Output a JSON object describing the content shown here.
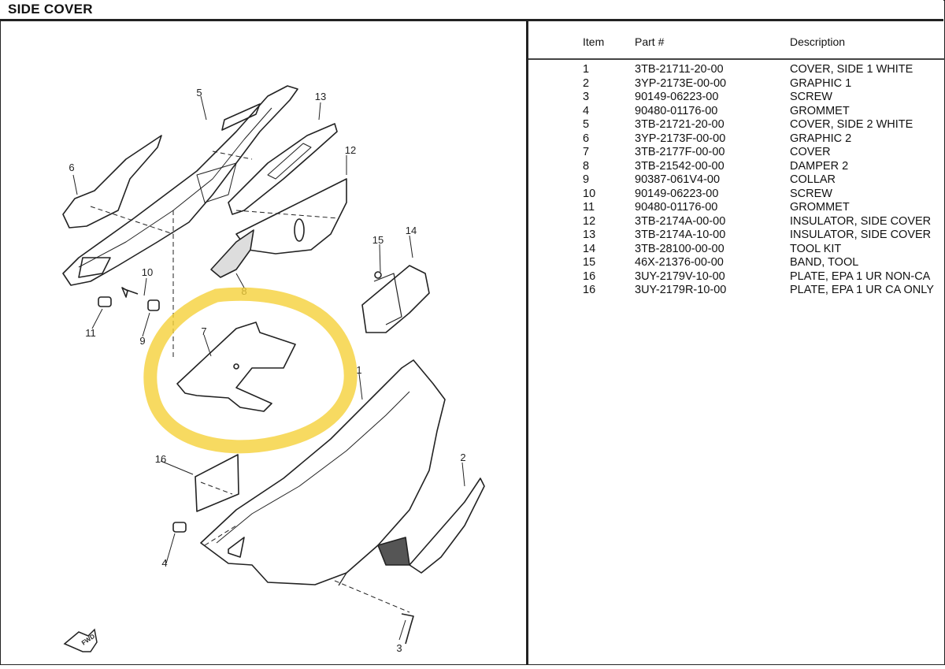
{
  "page": {
    "title": "SIDE COVER"
  },
  "table": {
    "headers": {
      "item": "Item",
      "part": "Part #",
      "description": "Description"
    },
    "rows": [
      {
        "item": "1",
        "part": "3TB-21711-20-00",
        "description": "COVER, SIDE 1 WHITE"
      },
      {
        "item": "2",
        "part": "3YP-2173E-00-00",
        "description": "GRAPHIC 1"
      },
      {
        "item": "3",
        "part": "90149-06223-00",
        "description": "SCREW"
      },
      {
        "item": "4",
        "part": "90480-01176-00",
        "description": "GROMMET"
      },
      {
        "item": "5",
        "part": "3TB-21721-20-00",
        "description": "COVER, SIDE 2 WHITE"
      },
      {
        "item": "6",
        "part": "3YP-2173F-00-00",
        "description": "GRAPHIC 2"
      },
      {
        "item": "7",
        "part": "3TB-2177F-00-00",
        "description": "COVER"
      },
      {
        "item": "8",
        "part": "3TB-21542-00-00",
        "description": "DAMPER 2"
      },
      {
        "item": "9",
        "part": "90387-061V4-00",
        "description": "COLLAR"
      },
      {
        "item": "10",
        "part": "90149-06223-00",
        "description": "SCREW"
      },
      {
        "item": "11",
        "part": "90480-01176-00",
        "description": "GROMMET"
      },
      {
        "item": "12",
        "part": "3TB-2174A-00-00",
        "description": "INSULATOR, SIDE COVER"
      },
      {
        "item": "13",
        "part": "3TB-2174A-10-00",
        "description": "INSULATOR, SIDE COVER"
      },
      {
        "item": "14",
        "part": "3TB-28100-00-00",
        "description": "TOOL KIT"
      },
      {
        "item": "15",
        "part": "46X-21376-00-00",
        "description": "BAND, TOOL"
      },
      {
        "item": "16",
        "part": "3UY-2179V-10-00",
        "description": "PLATE, EPA 1 UR NON-CA"
      },
      {
        "item": "16",
        "part": "3UY-2179R-10-00",
        "description": "PLATE, EPA 1 UR CA ONLY"
      }
    ]
  },
  "diagram": {
    "callouts": [
      "1",
      "2",
      "3",
      "4",
      "5",
      "6",
      "7",
      "8",
      "9",
      "10",
      "11",
      "12",
      "13",
      "14",
      "15",
      "16"
    ],
    "fwd_label": "FWD",
    "highlight_color": "#f5d13a"
  }
}
